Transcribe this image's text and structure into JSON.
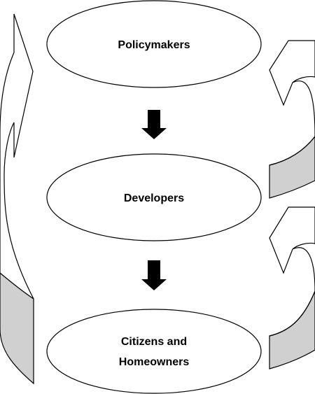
{
  "nodes": [
    {
      "id": "policymakers",
      "lines": [
        "Policymakers"
      ]
    },
    {
      "id": "developers",
      "lines": [
        "Developers"
      ]
    },
    {
      "id": "citizens",
      "lines": [
        "Citizens and",
        "Homeowners"
      ]
    }
  ],
  "colors": {
    "stroke": "#000000",
    "fill": "#ffffff",
    "band": "#d0d0d0",
    "arrow": "#000000"
  }
}
